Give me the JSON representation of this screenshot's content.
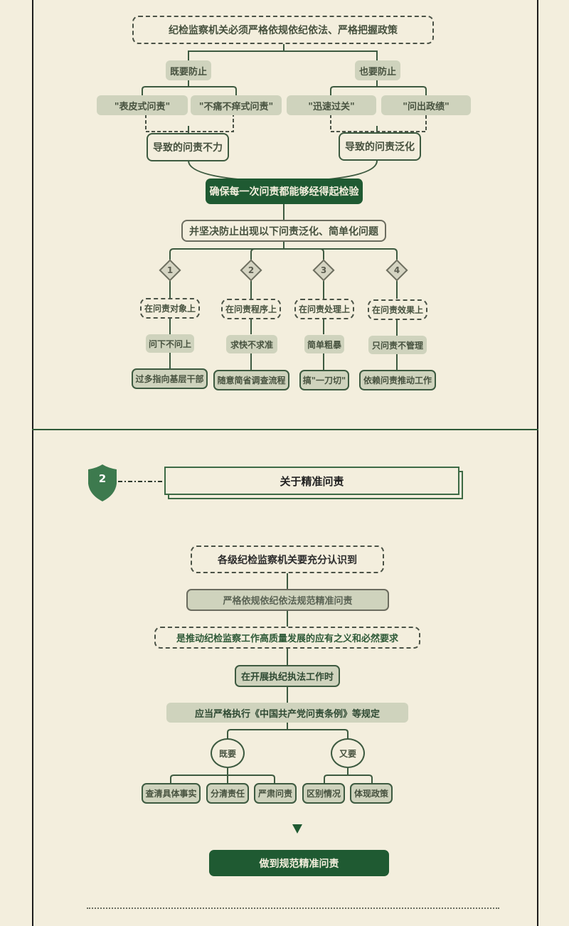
{
  "section1": {
    "top_statement": "纪检监察机关必须严格依规依纪依法、严格把握政策",
    "left_branch": {
      "label": "既要防止",
      "items": [
        "\"表皮式问责\"",
        "\"不痛不痒式问责\""
      ],
      "result": "导致的问责不力"
    },
    "right_branch": {
      "label": "也要防止",
      "items": [
        "\"迅速过关\"",
        "\"问出政绩\""
      ],
      "result": "导致的问责泛化"
    },
    "conclusion": "确保每一次问责都能够经得起检验",
    "prevent_statement": "并坚决防止出现以下问责泛化、简单化问题",
    "problems": [
      {
        "number": "1",
        "aspect": "在问责对象上",
        "issue": "问下不问上",
        "detail": "过多指向基层干部"
      },
      {
        "number": "2",
        "aspect": "在问责程序上",
        "issue": "求快不求准",
        "detail": "随意简省调查流程"
      },
      {
        "number": "3",
        "aspect": "在问责处理上",
        "issue": "简单粗暴",
        "detail": "搞\"一刀切\""
      },
      {
        "number": "4",
        "aspect": "在问责效果上",
        "issue": "只问责不管理",
        "detail": "依赖问责推动工作"
      }
    ]
  },
  "section2": {
    "badge_number": "2",
    "title": "关于精准问责",
    "step1": "各级纪检监察机关要充分认识到",
    "step2": "严格依规依纪依法规范精准问责",
    "step3": "是推动纪检监察工作高质量发展的应有之义和必然要求",
    "step4": "在开展执纪执法工作时",
    "step5": "应当严格执行《中国共产党问责条例》等规定",
    "left_group": {
      "label": "既要",
      "items": [
        "查清具体事实",
        "分清责任",
        "严肃问责"
      ]
    },
    "right_group": {
      "label": "又要",
      "items": [
        "区别情况",
        "体现政策"
      ]
    },
    "final": "做到规范精准问责"
  },
  "colors": {
    "background": "#f3eedd",
    "dark_green": "#1f5a32",
    "shield_green": "#3d7a4e",
    "node_fill": "#cfd3bd",
    "line": "#3d5a40"
  }
}
